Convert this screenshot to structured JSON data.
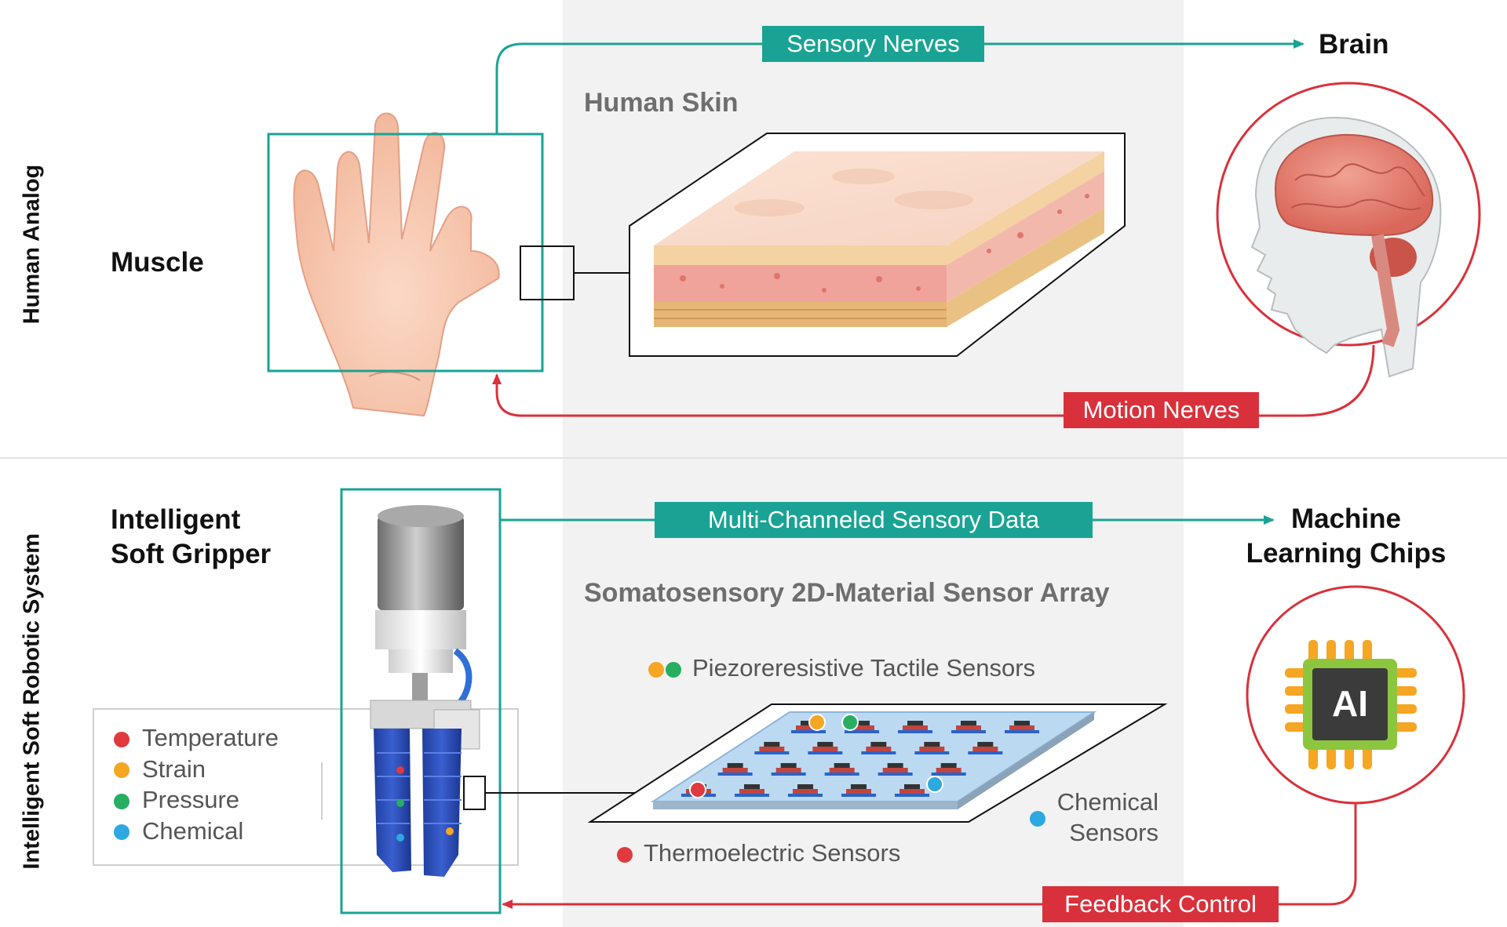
{
  "row_labels": {
    "human": "Human Analog",
    "robot": "Intelligent Soft Robotic System"
  },
  "human": {
    "muscle": "Muscle",
    "brain": "Brain",
    "skin_title": "Human Skin",
    "sensory_tag": "Sensory Nerves",
    "motion_tag": "Motion Nerves"
  },
  "robot": {
    "gripper_line1": "Intelligent",
    "gripper_line2": "Soft Gripper",
    "ml_line1": "Machine",
    "ml_line2": "Learning Chips",
    "array_title": "Somatosensory 2D-Material Sensor Array",
    "data_tag": "Multi-Channeled Sensory Data",
    "feedback_tag": "Feedback Control",
    "piezo": "Piezoreresistive Tactile Sensors",
    "thermo": "Thermoelectric Sensors",
    "chem_line1": "Chemical",
    "chem_line2": "Sensors",
    "ai_label": "AI"
  },
  "legend": [
    {
      "label": "Temperature",
      "color": "#e03a3e"
    },
    {
      "label": "Strain",
      "color": "#f5a623"
    },
    {
      "label": "Pressure",
      "color": "#27ae60"
    },
    {
      "label": "Chemical",
      "color": "#2ea8e0"
    }
  ],
  "colors": {
    "teal": "#1aa394",
    "red": "#d9313b",
    "panel_gray": "#f2f2f2"
  }
}
